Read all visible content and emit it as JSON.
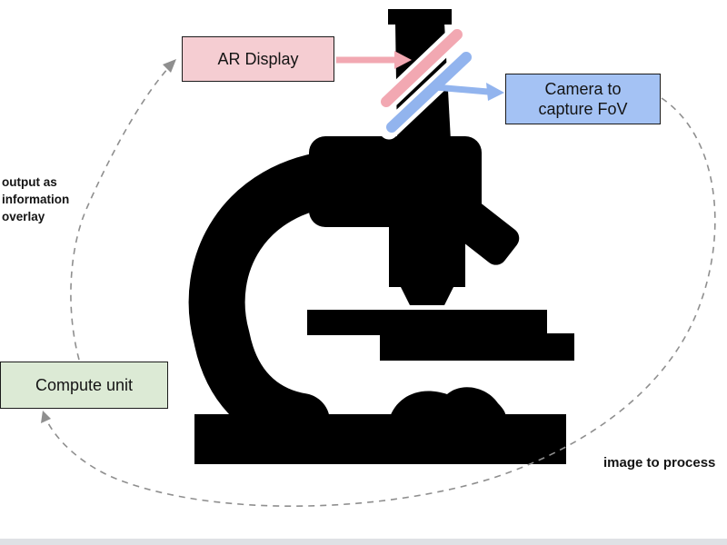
{
  "boxes": {
    "ar_display": {
      "label": "AR Display",
      "fill": "#f5cdd2"
    },
    "camera": {
      "label": "Camera to\ncapture FoV",
      "fill": "#a4c2f4"
    },
    "compute_unit": {
      "label": "Compute unit",
      "fill": "#dcead5"
    }
  },
  "labels": {
    "output_overlay": "output as\ninformation\noverlay",
    "image_to_process": "image to process"
  },
  "colors": {
    "pink_accent": "#f2a8b2",
    "blue_accent": "#92b4ee",
    "silhouette": "#000000",
    "dashed": "#8f8f8f"
  },
  "icons": {
    "microscope": "microscope-silhouette",
    "pink_beam": "ar-projection-beam-line",
    "blue_beam": "camera-capture-beam-line"
  }
}
